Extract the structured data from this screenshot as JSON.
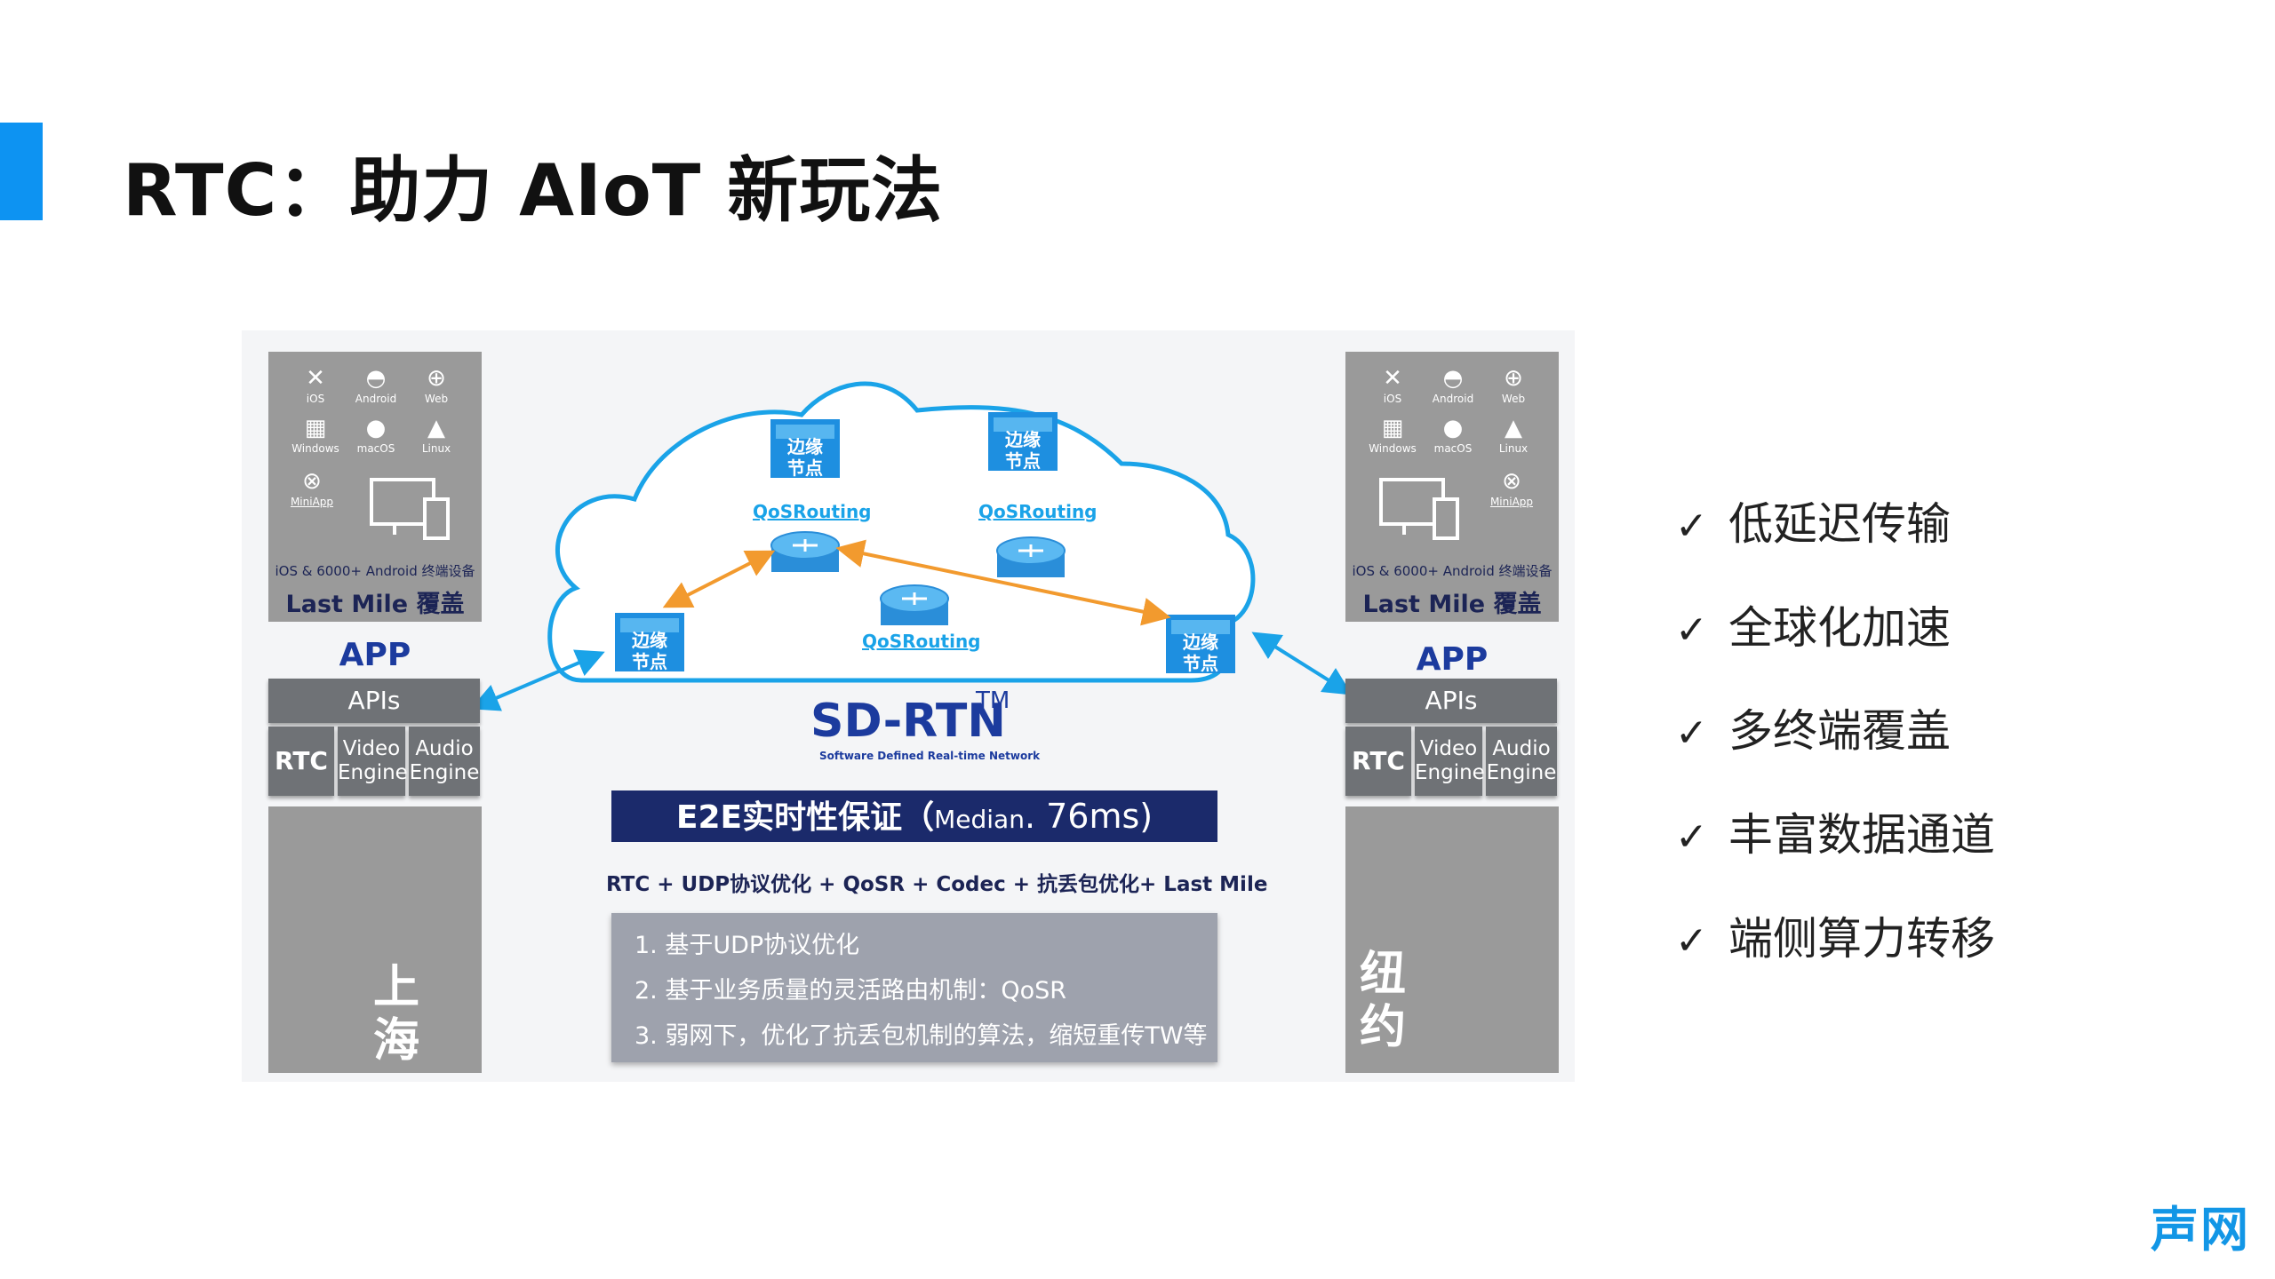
{
  "slide": {
    "title": "RTC：助力 AIoT 新玩法",
    "brand": "声网"
  },
  "devices": {
    "platforms": [
      {
        "label": "iOS",
        "icon": "apple-x-icon"
      },
      {
        "label": "Android",
        "icon": "android-icon"
      },
      {
        "label": "Web",
        "icon": "globe-icon"
      },
      {
        "label": "Windows",
        "icon": "windows-icon"
      },
      {
        "label": "macOS",
        "icon": "apple-icon"
      },
      {
        "label": "Linux",
        "icon": "linux-icon"
      }
    ],
    "miniapp": "MiniApp",
    "support": "iOS & 6000+ Android 终端设备",
    "last_mile": "Last Mile 覆盖"
  },
  "app_stack": {
    "app": "APP",
    "apis": "APIs",
    "rtc": "RTC",
    "video": [
      "Video",
      "Engine"
    ],
    "audio": [
      "Audio",
      "Engine"
    ]
  },
  "cities": {
    "left": [
      "上",
      "海"
    ],
    "right": [
      "纽",
      "约"
    ]
  },
  "network": {
    "edge_node": [
      "边缘",
      "节点"
    ],
    "qos_routing": "QoSRouting",
    "sd_rtn": "SD-RTN",
    "tm": "TM",
    "sd_rtn_sub": "Software Defined Real-time Network"
  },
  "e2e": {
    "main": "E2E实时性保证（",
    "median": "Median",
    "value": ". 76ms)"
  },
  "tech_line": "RTC + UDP协议优化 + QoSR + Codec + 抗丢包优化+ Last Mile",
  "details": [
    "1. 基于UDP协议优化",
    "2. 基于业务质量的灵活路由机制：QoSR",
    "3. 弱网下，优化了抗丢包机制的算法，缩短重传TW等"
  ],
  "features": [
    "低延迟传输",
    "全球化加速",
    "多终端覆盖",
    "丰富数据通道",
    "端侧算力转移"
  ],
  "colors": {
    "accent": "#0d93f2",
    "navy": "#1b2a6b",
    "arrow_blue": "#1aa3e8",
    "arrow_orange": "#f29a2e"
  }
}
